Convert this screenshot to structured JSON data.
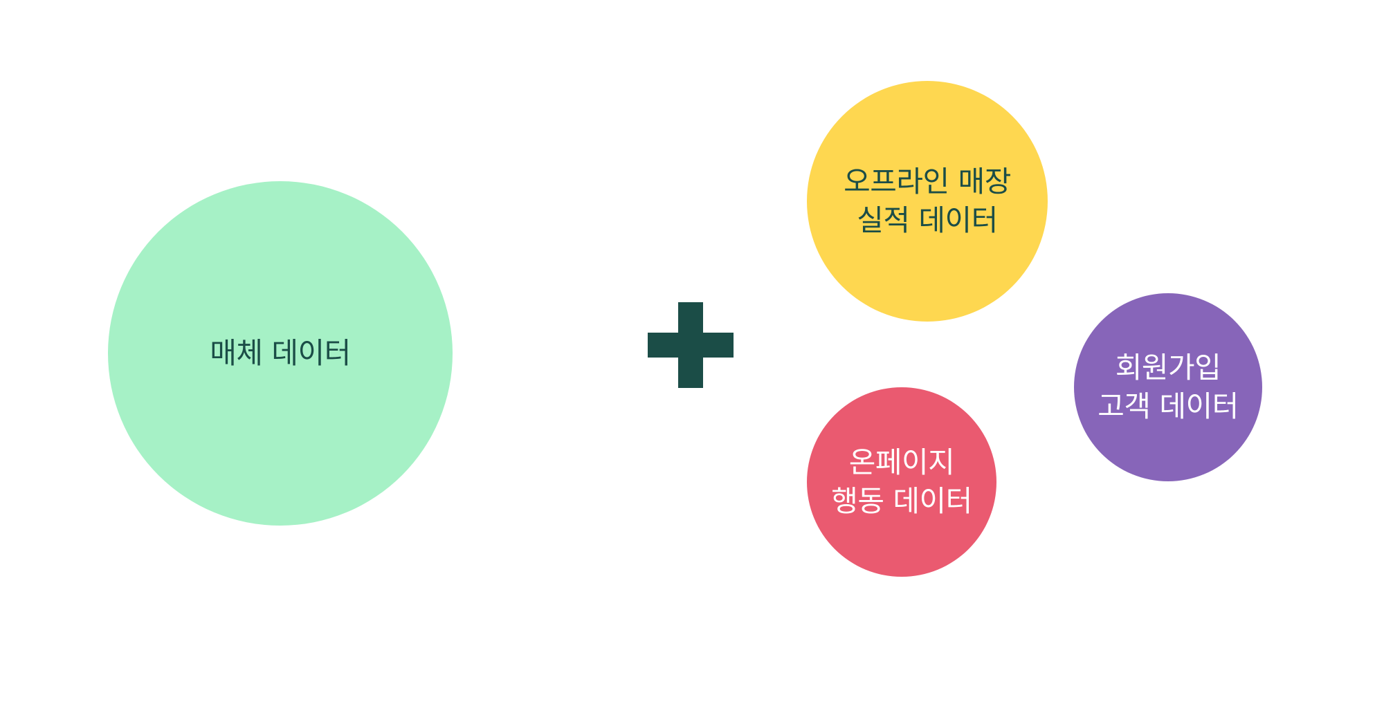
{
  "colors": {
    "dark_green": "#1b4d47",
    "mint": "#a6f1c6",
    "yellow": "#fed750",
    "purple": "#8765b9",
    "red": "#ea5a70",
    "white": "#ffffff"
  },
  "diagram": {
    "media": {
      "lines": [
        "매체 데이터"
      ],
      "fill": "#a6f1c6",
      "text_color": "#1b4d47"
    },
    "operator": {
      "icon": "plus-icon",
      "color": "#1b4d47"
    },
    "offline": {
      "lines": [
        "오프라인 매장",
        "실적 데이터"
      ],
      "fill": "#fed750",
      "text_color": "#1b4d47"
    },
    "member": {
      "lines": [
        "회원가입",
        "고객 데이터"
      ],
      "fill": "#8765b9",
      "text_color": "#ffffff"
    },
    "onpage": {
      "lines": [
        "온페이지",
        "행동 데이터"
      ],
      "fill": "#ea5a70",
      "text_color": "#ffffff"
    }
  }
}
